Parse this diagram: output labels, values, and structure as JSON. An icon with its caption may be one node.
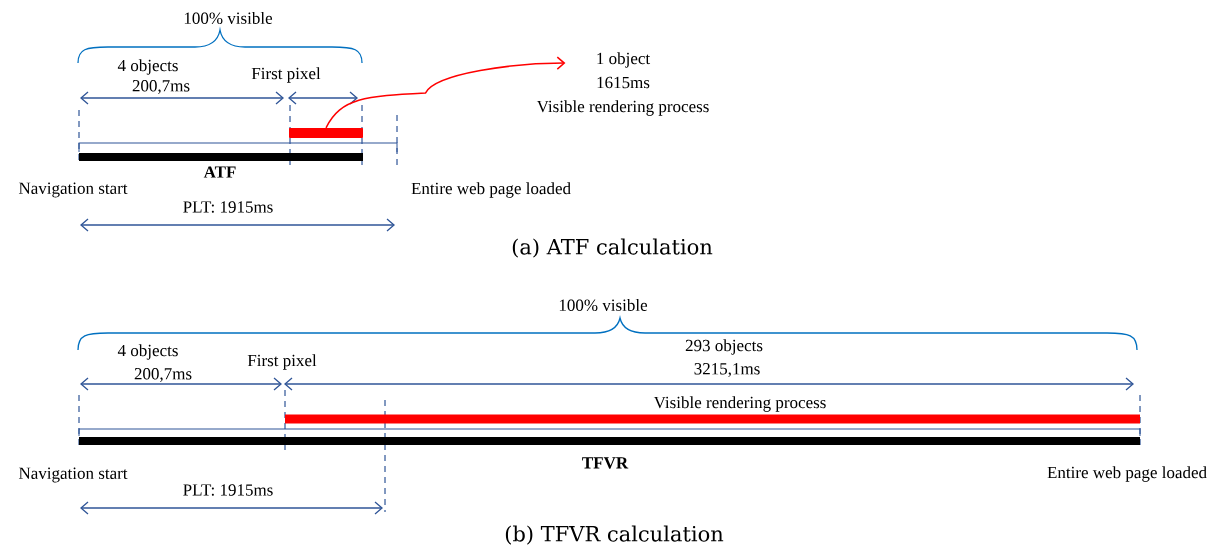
{
  "diagram": {
    "nodes": [
      {
        "text": [],
        "shape": "bar"
      },
      {
        "text": [
          "1 object",
          "1615ms",
          "Visible rendering process"
        ]
      }
    ],
    "edges": [
      {
        "from": 0,
        "to": 1,
        "arrow": "to"
      }
    ],
    "labels": [
      "100% visible",
      "4 objects",
      "200,7ms",
      "First pixel",
      "ATF",
      "Navigation start",
      "Entire web page loaded",
      "PLT: 1915ms",
      "(a) ATF calculation",
      "100% visible",
      "4 objects",
      "200,7ms",
      "First pixel",
      "293 objects",
      "3215,1ms",
      "Visible rendering process",
      "TFVR",
      "Navigation start",
      "Entire web page loaded",
      "PLT: 1915ms",
      "(b) TFVR calculation"
    ]
  }
}
